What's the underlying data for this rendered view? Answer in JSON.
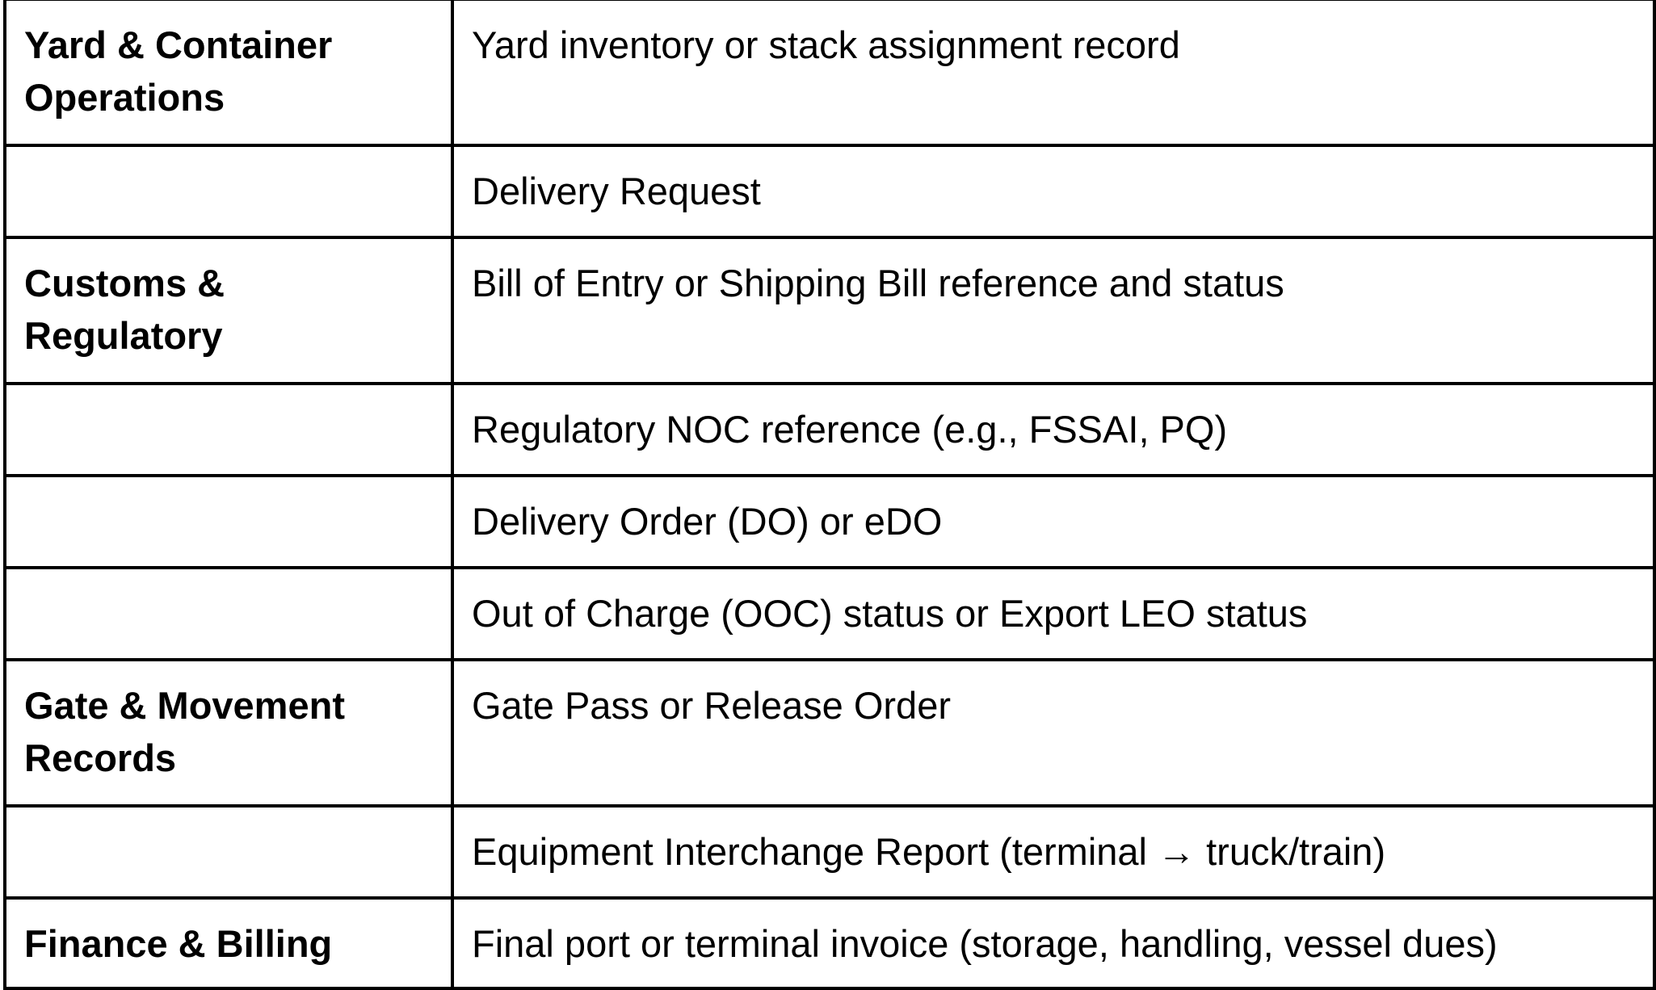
{
  "rows": [
    {
      "category": "Yard & Container Operations",
      "document": "Yard inventory or stack assignment record"
    },
    {
      "category": "",
      "document": "Delivery Request"
    },
    {
      "category": "Customs & Regulatory",
      "document": "Bill of Entry or Shipping Bill reference and status"
    },
    {
      "category": "",
      "document": "Regulatory NOC reference (e.g., FSSAI, PQ)"
    },
    {
      "category": "",
      "document": "Delivery Order (DO) or eDO"
    },
    {
      "category": "",
      "document": "Out of Charge (OOC) status or Export LEO status"
    },
    {
      "category": "Gate & Movement Records",
      "document": "Gate Pass or Release Order"
    },
    {
      "category": "",
      "document": "Equipment Interchange Report (terminal → truck/train)"
    },
    {
      "category": "Finance & Billing",
      "document": "Final port or terminal invoice (storage, handling, vessel dues)"
    }
  ]
}
